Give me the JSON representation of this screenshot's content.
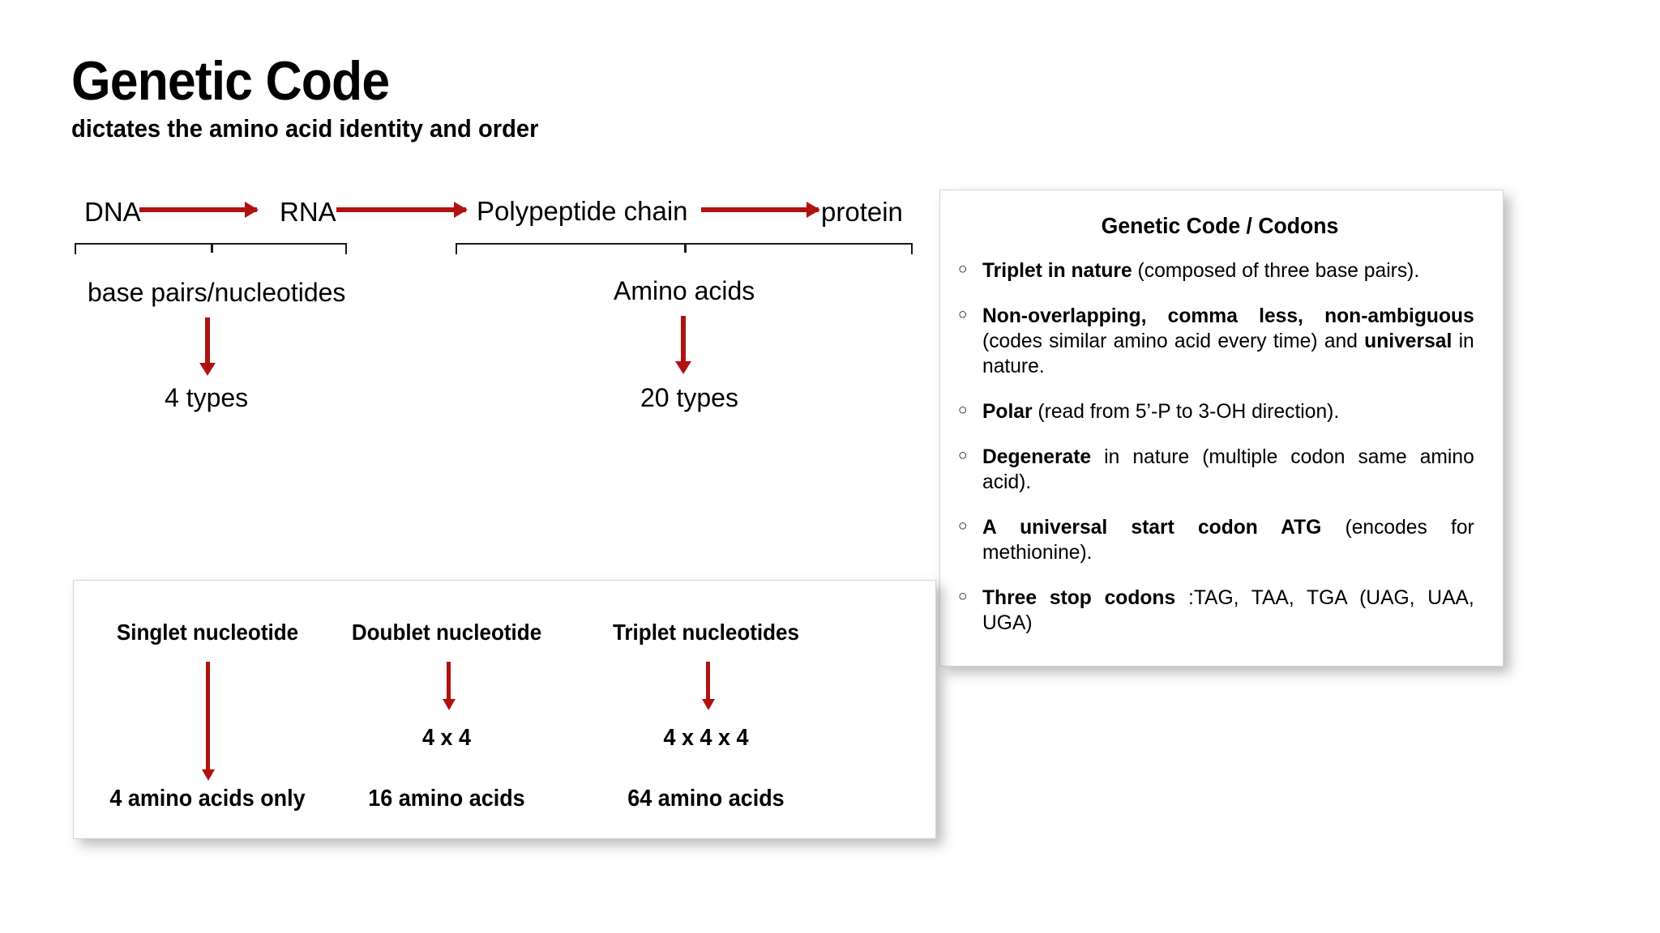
{
  "header": {
    "title": "Genetic Code",
    "subtitle": "dictates the amino acid identity and order"
  },
  "flow": {
    "nodes": [
      {
        "label": "DNA"
      },
      {
        "label": "RNA"
      },
      {
        "label": "Polypeptide chain"
      },
      {
        "label": "protein"
      }
    ],
    "groups": [
      {
        "label": "base pairs/nucleotides",
        "count_label": "4 types"
      },
      {
        "label": "Amino acids",
        "count_label": "20 types"
      }
    ]
  },
  "codon_panel": {
    "title": "Genetic Code / Codons",
    "bullet_marker": "circle-outline-bullet",
    "bullets": [
      [
        {
          "text": "Triplet in nature",
          "bold": true
        },
        {
          "text": " (composed of three base pairs).",
          "bold": false
        }
      ],
      [
        {
          "text": "Non-overlapping, comma less, non-ambiguous",
          "bold": true
        },
        {
          "text": " (codes similar amino acid every time) and ",
          "bold": false
        },
        {
          "text": "universal",
          "bold": true
        },
        {
          "text": " in nature.",
          "bold": false
        }
      ],
      [
        {
          "text": "Polar",
          "bold": true
        },
        {
          "text": " (read from 5’-P to 3-OH  direction).",
          "bold": false
        }
      ],
      [
        {
          "text": "Degenerate",
          "bold": true
        },
        {
          "text": " in nature (multiple codon same amino acid).",
          "bold": false
        }
      ],
      [
        {
          "text": "A universal start codon ATG",
          "bold": true
        },
        {
          "text": " (encodes for methionine).",
          "bold": false
        }
      ],
      [
        {
          "text": "Three stop codons",
          "bold": true
        },
        {
          "text": " :TAG, TAA, TGA (UAG, UAA, UGA)",
          "bold": false
        }
      ]
    ]
  },
  "nucleotide_panel": {
    "columns": [
      {
        "heading": "Singlet nucleotide",
        "middle": "",
        "result": "4 amino acids only"
      },
      {
        "heading": "Doublet nucleotide",
        "middle": "4 x 4",
        "result": "16 amino acids"
      },
      {
        "heading": "Triplet nucleotides",
        "middle": "4 x 4 x 4",
        "result": "64 amino acids"
      }
    ]
  },
  "colors": {
    "arrow_red": "#B01212",
    "brace_black": "#1a1a1a",
    "panel_border": "#d4d4d4",
    "background": "#ffffff"
  }
}
